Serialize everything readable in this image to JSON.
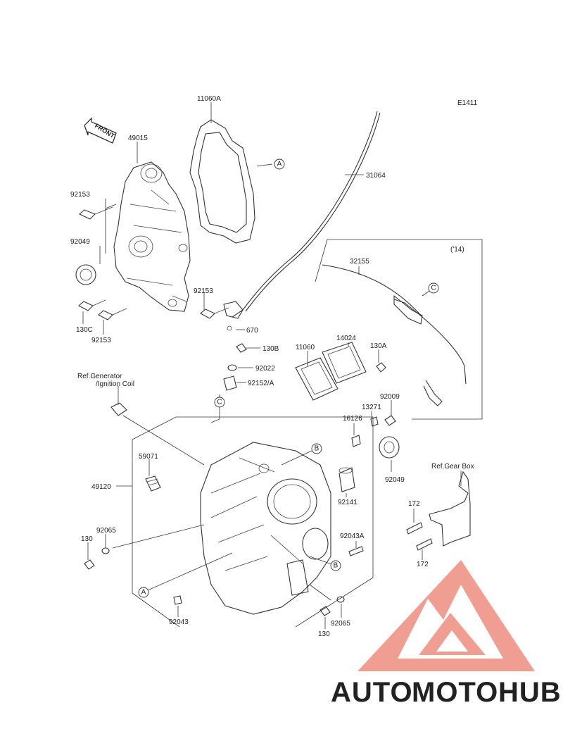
{
  "diagram": {
    "code": "E1411",
    "front_label": "FRONT",
    "year_note": "('14)",
    "ref_generator": "Ref.Generator",
    "ref_ignition": "/Ignition Coil",
    "ref_gearbox": "Ref.Gear Box",
    "callout_a": "A",
    "callout_b": "B",
    "callout_c": "C",
    "parts": {
      "p11060a": "11060A",
      "p49015": "49015",
      "p92153_top": "92153",
      "p92049_left": "92049",
      "p130c": "130C",
      "p92153_bottom": "92153",
      "p92153_mid": "92153",
      "p31064": "31064",
      "p670": "670",
      "p32155": "32155",
      "p130b": "130B",
      "p92022": "92022",
      "p92152a": "92152/A",
      "p11060": "11060",
      "p14024": "14024",
      "p130a": "130A",
      "p92009": "92009",
      "p13271": "13271",
      "p16126": "16126",
      "p92049_right": "92049",
      "p59071": "59071",
      "p49120": "49120",
      "p92065_left": "92065",
      "p130_left": "130",
      "p92141": "92141",
      "p92043a": "92043A",
      "p172_top": "172",
      "p172_bottom": "172",
      "p92043": "92043",
      "p130_bottom": "130",
      "p92065_bottom": "92065"
    }
  },
  "watermark": {
    "text_auto": "AUTO",
    "text_moto": "MOTO",
    "text_hub": "HUB",
    "color_light": "#f6c97a",
    "color_red": "#ee8d80",
    "color_gray": "#8a8a8a"
  }
}
